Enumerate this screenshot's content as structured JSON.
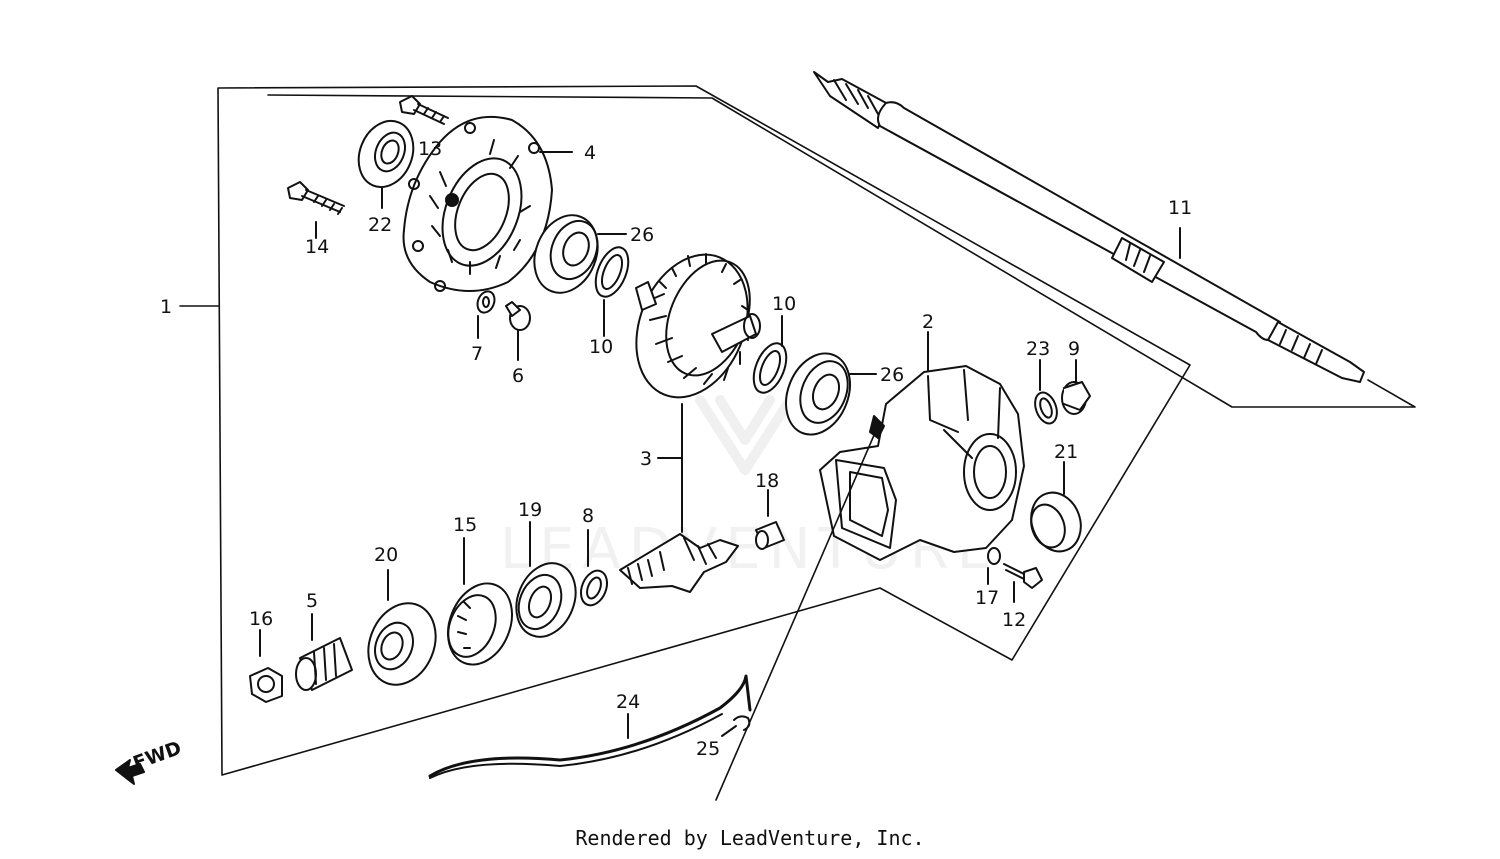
{
  "callouts": [
    {
      "id": "1",
      "text": "1"
    },
    {
      "id": "2",
      "text": "2"
    },
    {
      "id": "3",
      "text": "3"
    },
    {
      "id": "4",
      "text": "4"
    },
    {
      "id": "5",
      "text": "5"
    },
    {
      "id": "6",
      "text": "6"
    },
    {
      "id": "7",
      "text": "7"
    },
    {
      "id": "8",
      "text": "8"
    },
    {
      "id": "9",
      "text": "9"
    },
    {
      "id": "10a",
      "text": "10"
    },
    {
      "id": "10b",
      "text": "10"
    },
    {
      "id": "11",
      "text": "11"
    },
    {
      "id": "12",
      "text": "12"
    },
    {
      "id": "13",
      "text": "13"
    },
    {
      "id": "14",
      "text": "14"
    },
    {
      "id": "15",
      "text": "15"
    },
    {
      "id": "16",
      "text": "16"
    },
    {
      "id": "17",
      "text": "17"
    },
    {
      "id": "18",
      "text": "18"
    },
    {
      "id": "19",
      "text": "19"
    },
    {
      "id": "20",
      "text": "20"
    },
    {
      "id": "21",
      "text": "21"
    },
    {
      "id": "22",
      "text": "22"
    },
    {
      "id": "23",
      "text": "23"
    },
    {
      "id": "24",
      "text": "24"
    },
    {
      "id": "25",
      "text": "25"
    },
    {
      "id": "26a",
      "text": "26"
    },
    {
      "id": "26b",
      "text": "26"
    }
  ],
  "direction_marker": {
    "text": "FWD",
    "icon": "arrow-left-down-icon"
  },
  "watermark": {
    "text": "LEADVENTURE"
  },
  "footer": {
    "text": "Rendered by LeadVenture, Inc."
  }
}
